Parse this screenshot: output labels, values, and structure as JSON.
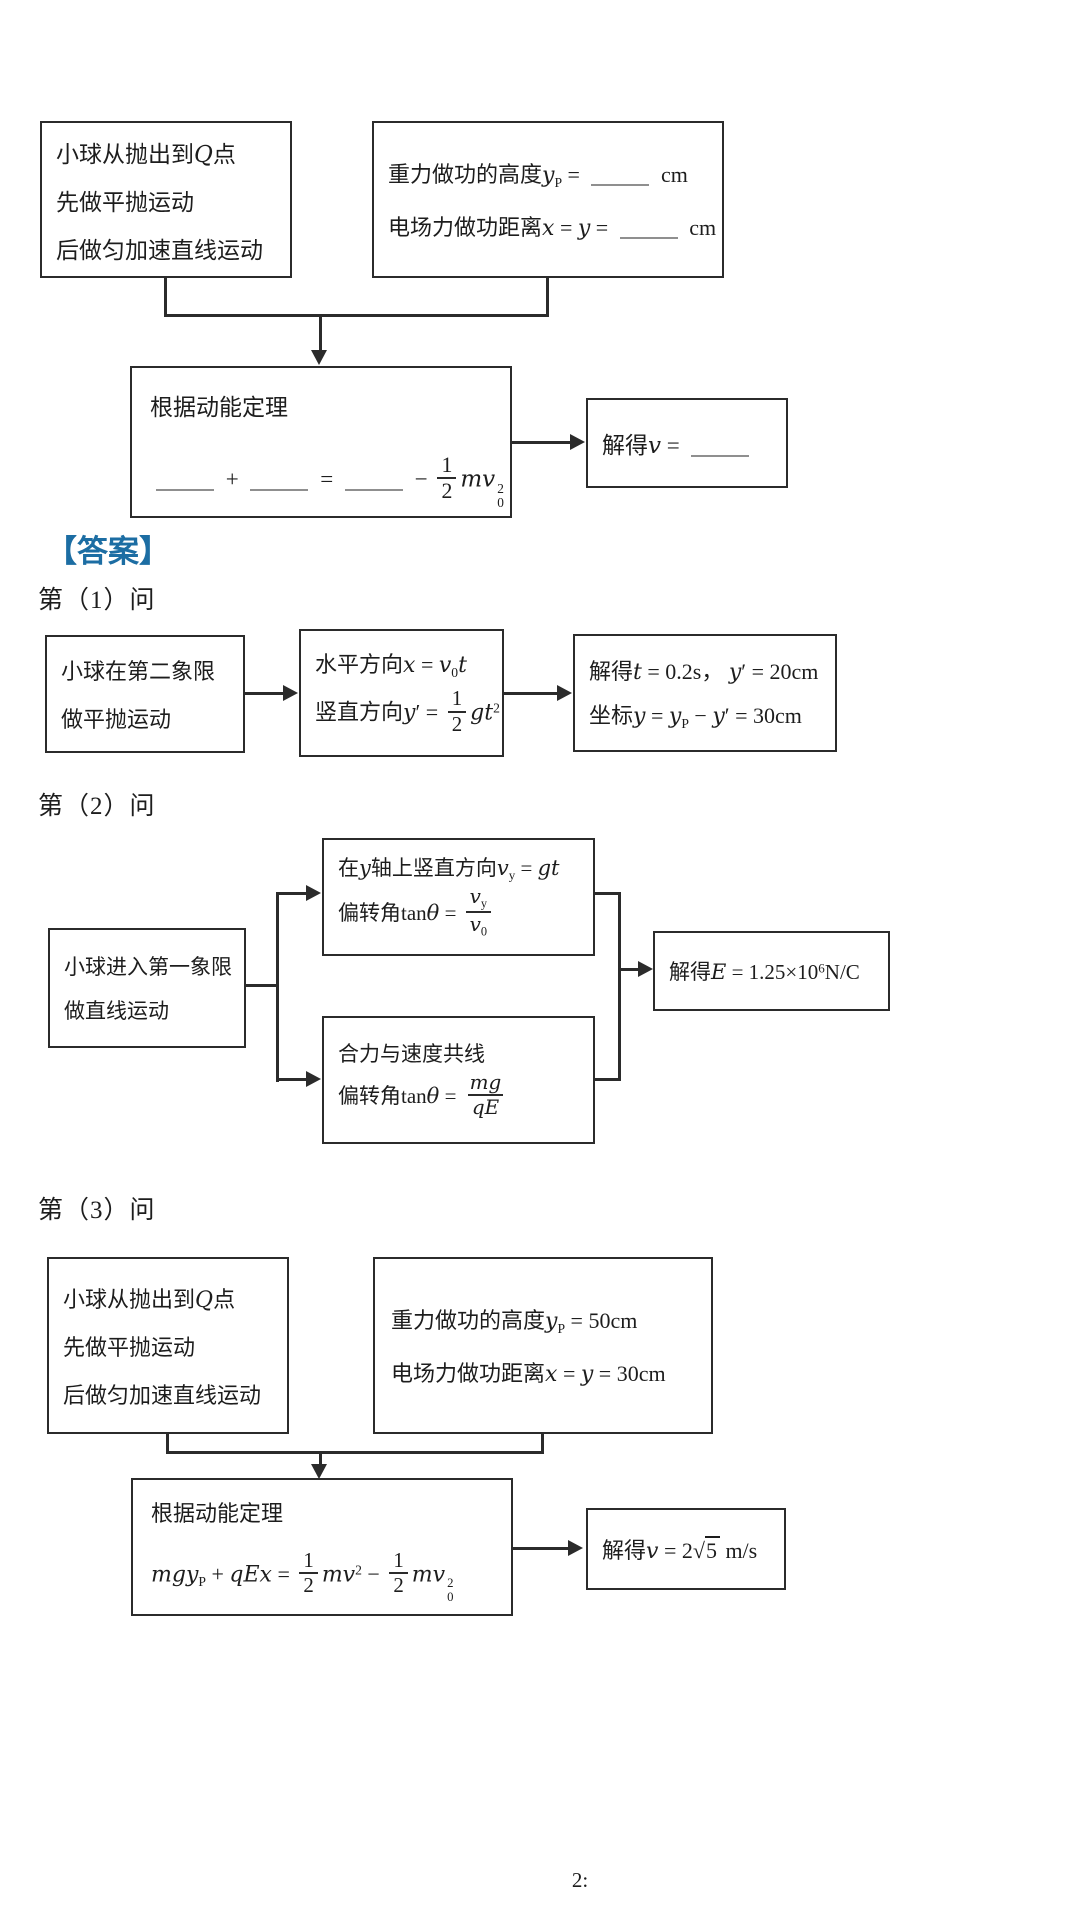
{
  "colors": {
    "answer_heading": "#1c6da3",
    "box_border": "#2b2b2b",
    "text": "#1d1d1d",
    "blank_line": "#8f8f8f",
    "background": "#ffffff"
  },
  "intro": {
    "box_motion": {
      "lines": [
        "小球从抛出到<i>Q</i>点",
        "先做平抛运动",
        "后做匀加速直线运动"
      ]
    },
    "box_given": {
      "lines": [
        "重力做功的高度<i>y</i><sub>P</sub> = <span class='blank'></span> cm",
        "电场力做功距离<i>x</i> = <i>y</i> = <span class='blank'></span> cm"
      ]
    },
    "box_theorem": {
      "title": "根据动能定理",
      "formula": "<span class='blank'></span> + <span class='blank'></span> = <span class='blank'></span> − <span class='frac'><span class='num'>1</span><span class='den'>2</span></span><i>mv</i><span class='ss'><span>2</span><span>0</span></span>"
    },
    "box_result": {
      "text": "解得<i>v</i> = <span class='blank'></span>"
    }
  },
  "answer": {
    "heading": "【答案】",
    "part1": {
      "label": "第（1）问",
      "box_state": {
        "lines": [
          "小球在第二象限",
          "做平抛运动"
        ]
      },
      "box_equations": {
        "lines": [
          "水平方向<i>x</i> = <i>v</i><sub>0</sub><i>t</i>",
          "竖直方向<i>y</i>′ = <span class='frac'><span class='num'>1</span><span class='den'>2</span></span><i>gt</i><sup>2</sup>"
        ]
      },
      "box_result": {
        "lines": [
          "解得<i>t</i> = 0.2s，&nbsp;<i>y</i>′ = 20cm",
          "坐标<i>y</i> = <i>y</i><sub>P</sub> − <i>y</i>′ = 30cm"
        ]
      }
    },
    "part2": {
      "label": "第（2）问",
      "box_state": {
        "lines": [
          "小球进入第一象限",
          "做直线运动"
        ]
      },
      "box_vertical": {
        "lines": [
          "在<i>y</i>轴上竖直方向<i>v</i><sub>y</sub> = <i>gt</i>",
          "偏转角tan<i>θ</i> = <span class='frac'><span class='num'><i>v</i><sub>y</sub></span><span class='den'><i>v</i><sub>0</sub></span></span>"
        ]
      },
      "box_force": {
        "lines": [
          "合力与速度共线",
          "偏转角tan<i>θ</i> = <span class='frac'><span class='num'><i>mg</i></span><span class='den'><i>qE</i></span></span>"
        ]
      },
      "box_result": {
        "text": "解得<i>E</i> = 1.25×10<sup>6</sup>N/C"
      }
    },
    "part3": {
      "label": "第（3）问",
      "box_motion": {
        "lines": [
          "小球从抛出到<i>Q</i>点",
          "先做平抛运动",
          "后做匀加速直线运动"
        ]
      },
      "box_given": {
        "lines": [
          "重力做功的高度<i>y</i><sub>P</sub> = 50cm",
          "电场力做功距离<i>x</i> = <i>y</i> = 30cm"
        ]
      },
      "box_theorem": {
        "title": "根据动能定理",
        "formula": "<i>mgy</i><sub>P</sub> + <i>qEx</i> = <span class='frac'><span class='num'>1</span><span class='den'>2</span></span><i>mv</i><sup>2</sup> − <span class='frac'><span class='num'>1</span><span class='den'>2</span></span><i>mv</i><span class='ss'><span>2</span><span>0</span></span>"
      },
      "box_result": {
        "text": "解得<i>v</i> = 2√<span class='radarg'>5</span>&nbsp;m/s"
      }
    }
  },
  "page": {
    "number": "2:"
  }
}
